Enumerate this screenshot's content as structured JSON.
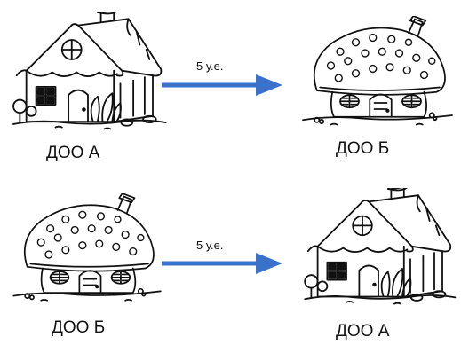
{
  "rows": [
    {
      "from_label": "ДОО А",
      "to_label": "ДОО Б",
      "cost": "5 у.е."
    },
    {
      "from_label": "ДОО Б",
      "to_label": "ДОО А",
      "cost": "5 у.е."
    }
  ],
  "colors": {
    "arrow": "#3a72c9",
    "ink": "#111111"
  },
  "icons": {
    "house": "cottage-house-icon",
    "mushroom": "mushroom-house-icon"
  }
}
